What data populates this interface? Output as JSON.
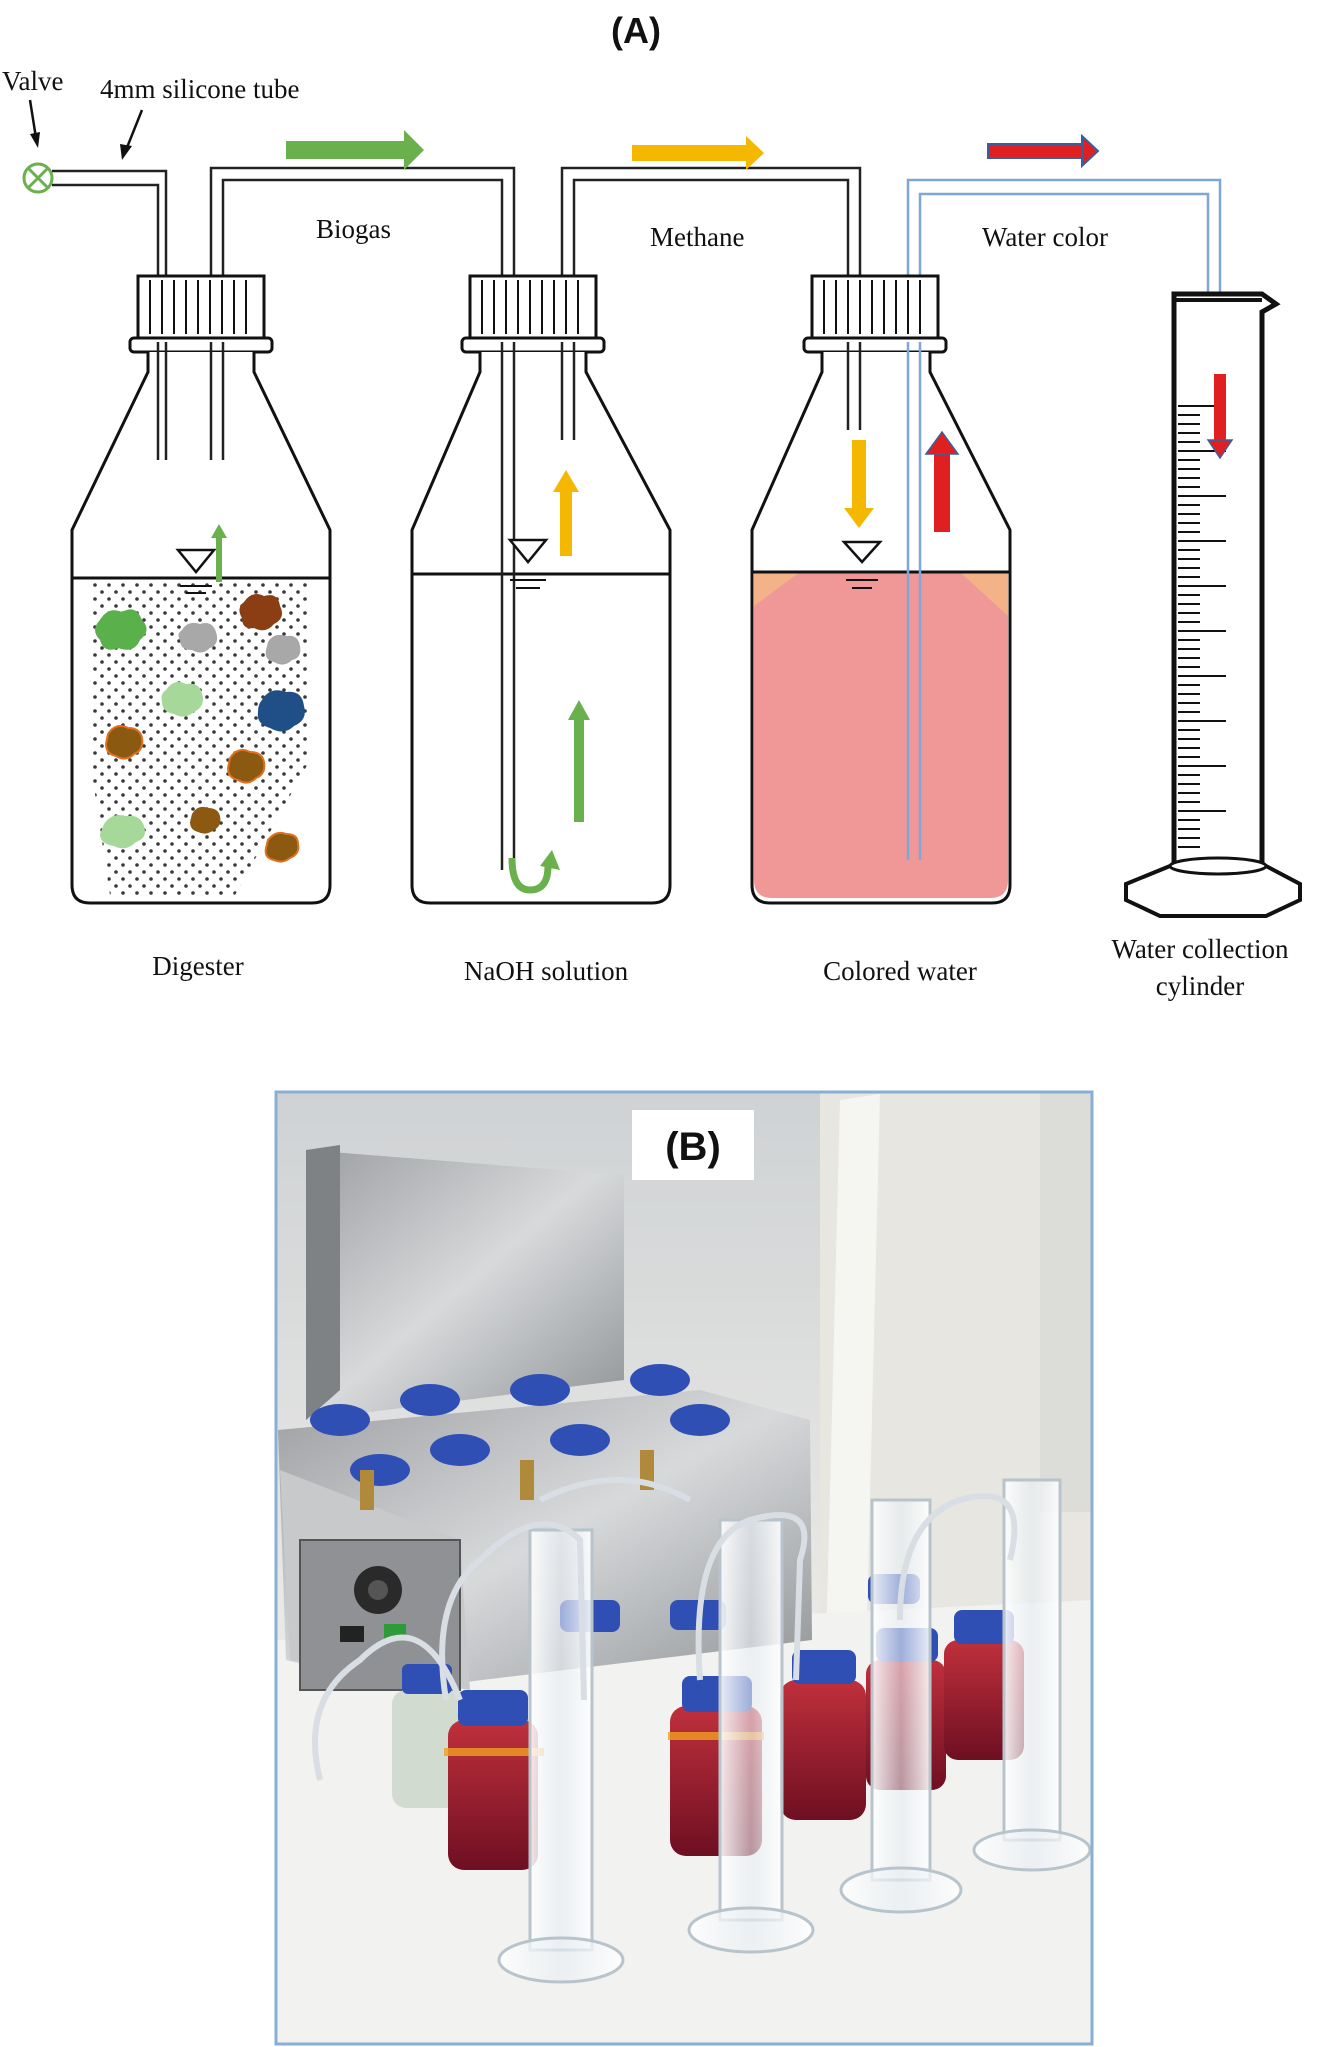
{
  "panel_a": {
    "title": "(A)",
    "labels": {
      "valve": "Valve",
      "tube": "4mm silicone tube",
      "biogas": "Biogas",
      "methane": "Methane",
      "water_color": "Water color",
      "digester": "Digester",
      "naoh": "NaOH solution",
      "colored_water": "Colored water",
      "cylinder_line1": "Water collection",
      "cylinder_line2": "cylinder"
    },
    "colors": {
      "biogas_arrow": "#6ab04c",
      "methane_arrow": "#f5b800",
      "water_arrow": "#e02020",
      "water_arrow_outline": "#3a5fa0",
      "colored_water_fill": "#f09898",
      "tube_water": "#7fa6d8"
    }
  },
  "panel_b": {
    "title": "(B)",
    "frame_color": "#8aaed6"
  }
}
